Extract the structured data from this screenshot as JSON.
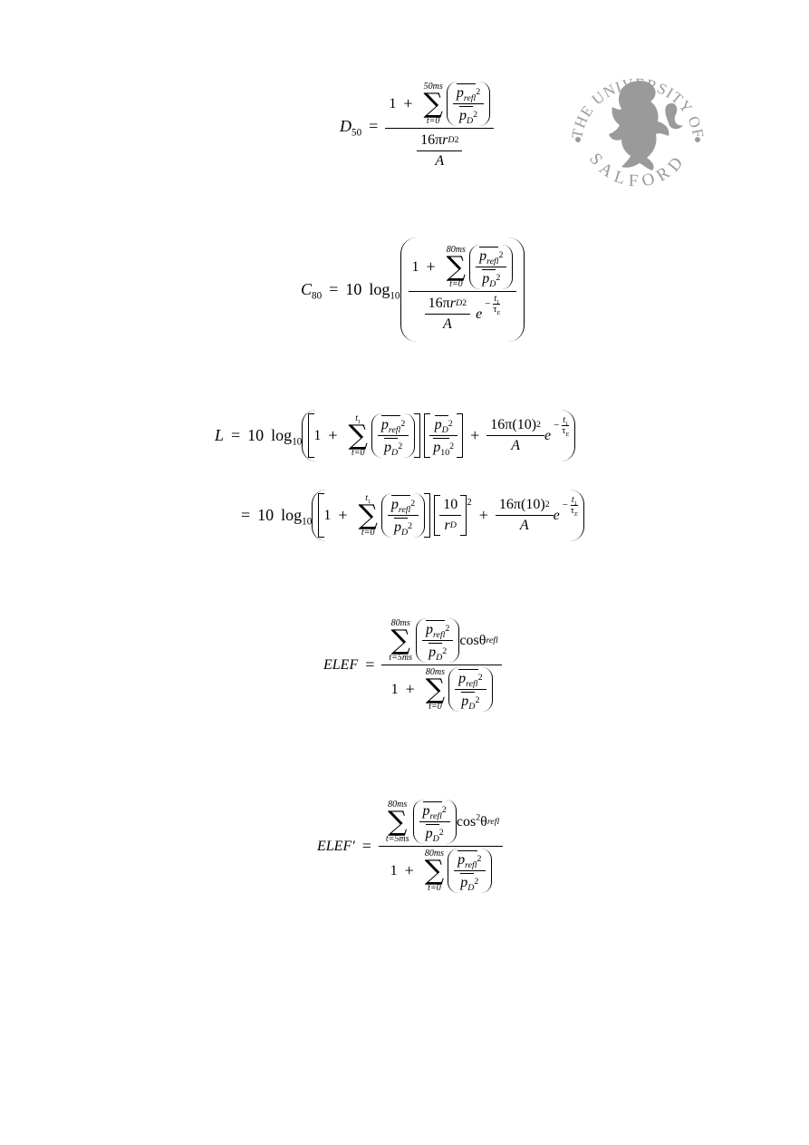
{
  "logo": {
    "text_top": "THE UNIVERSITY OF",
    "text_bottom": "SALFORD",
    "color": "#9a9a9a"
  },
  "equations": {
    "d50": {
      "lhs": "D",
      "lhs_sub": "50",
      "sum_upper": "50ms",
      "sum_lower": "t=0"
    },
    "c80": {
      "lhs": "C",
      "lhs_sub": "80",
      "coef": "10",
      "log": "log",
      "log_sub": "10",
      "sum_upper": "80ms",
      "sum_lower": "t=0"
    },
    "l": {
      "lhs": "L",
      "coef": "10",
      "log": "log",
      "log_sub": "10",
      "sum_upper": "t",
      "sum_upper_sub": "1",
      "sum_lower": "t=0",
      "ten": "10"
    },
    "elef": {
      "lhs": "ELEF",
      "sum_upper": "80ms",
      "sum_lower_num": "t=5ms",
      "sum_lower_den": "t=0",
      "cos": "cosθ",
      "cos_sub": "refl"
    },
    "elef_prime": {
      "lhs": "ELEF",
      "prime": "′",
      "sum_upper": "80ms",
      "sum_lower_num": "t=5ms",
      "sum_lower_den": "t=0",
      "cos": "cos",
      "cos_sup": "2",
      "theta": "θ",
      "cos_sub": "refl"
    }
  },
  "symbols": {
    "one": "1",
    "plus": "+",
    "equals": "=",
    "p": "p",
    "refl": "refl",
    "D": "D",
    "sq": "2",
    "sixteen_pi": "16π",
    "r": "r",
    "A": "A",
    "e": "e",
    "minus": "−",
    "t1": "t",
    "t1_sub": "1",
    "tau": "τ",
    "tau_sub": "E",
    "ten_sq": "(10)",
    "p10_sub": "10"
  }
}
